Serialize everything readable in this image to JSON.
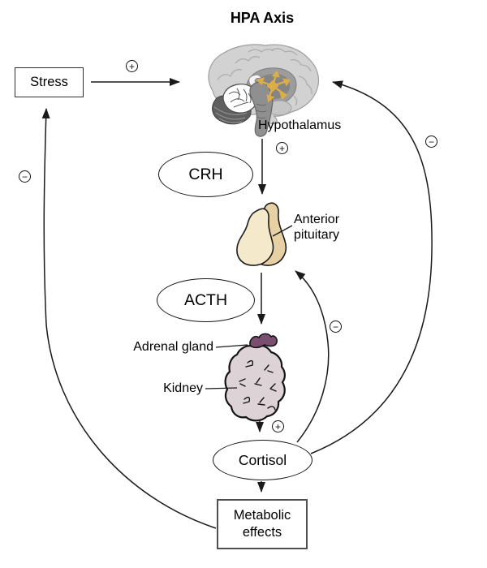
{
  "title": "HPA Axis",
  "nodes": {
    "stress": {
      "label": "Stress"
    },
    "hypothalamus": {
      "label": "Hypothalamus"
    },
    "crh": {
      "label": "CRH"
    },
    "anterior_pituitary": {
      "label": "Anterior pituitary"
    },
    "acth": {
      "label": "ACTH"
    },
    "adrenal_gland": {
      "label": "Adrenal gland"
    },
    "kidney": {
      "label": "Kidney"
    },
    "cortisol": {
      "label": "Cortisol"
    },
    "metabolic_effects": {
      "label": "Metabolic effects"
    }
  },
  "signs": {
    "stress_to_hypothalamus": "+",
    "hypothalamus_to_pituitary": "+",
    "adrenal_to_cortisol": "+",
    "feedback_to_stress": "−",
    "feedback_to_hypothalamus": "−",
    "feedback_to_pituitary": "−"
  },
  "edges": [
    {
      "from": "Stress",
      "to": "Hypothalamus",
      "sign": "+"
    },
    {
      "from": "Hypothalamus",
      "to": "Anterior pituitary",
      "via": "CRH",
      "sign": "+"
    },
    {
      "from": "Anterior pituitary",
      "to": "Adrenal gland",
      "via": "ACTH"
    },
    {
      "from": "Adrenal gland",
      "to": "Cortisol",
      "sign": "+"
    },
    {
      "from": "Cortisol",
      "to": "Metabolic effects"
    },
    {
      "from": "Metabolic effects",
      "to": "Stress",
      "sign": "−"
    },
    {
      "from": "Cortisol",
      "to": "Hypothalamus",
      "sign": "−"
    },
    {
      "from": "Cortisol",
      "to": "Anterior pituitary",
      "sign": "−"
    }
  ],
  "colors": {
    "pituitary_front": "#f5e9cb",
    "pituitary_back": "#e7d1a4",
    "kidney": "#ddd2d6",
    "adrenal": "#7a4e6e",
    "brain_light": "#d2d2d2",
    "brain_mid": "#9c9c9c",
    "brain_dark": "#6f6f6f",
    "hypothalamus_highlight": "#dcae49",
    "line": "#1a1a1a"
  }
}
